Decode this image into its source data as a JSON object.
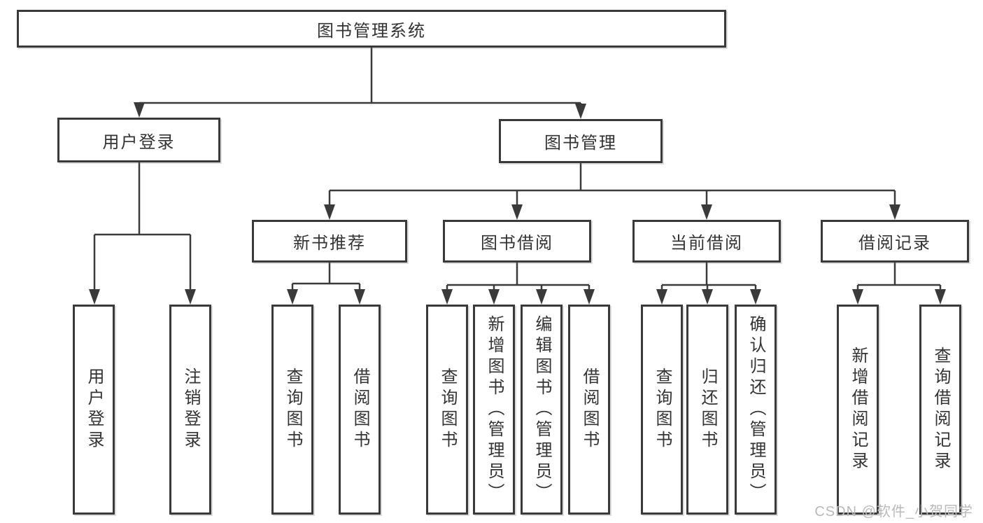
{
  "diagram": {
    "title": "图书管理系统",
    "branches": [
      {
        "label": "用户登录",
        "children": [
          {
            "label": "用户登录"
          },
          {
            "label": "注销登录"
          }
        ]
      },
      {
        "label": "图书管理",
        "children": [
          {
            "label": "新书推荐",
            "children": [
              {
                "label": "查询图书"
              },
              {
                "label": "借阅图书"
              }
            ]
          },
          {
            "label": "图书借阅",
            "children": [
              {
                "label": "查询图书"
              },
              {
                "label": "新增图书（管理员）"
              },
              {
                "label": "编辑图书（管理员）"
              },
              {
                "label": "借阅图书"
              }
            ]
          },
          {
            "label": "当前借阅",
            "children": [
              {
                "label": "查询图书"
              },
              {
                "label": "归还图书"
              },
              {
                "label": "确认归还（管理员）"
              }
            ]
          },
          {
            "label": "借阅记录",
            "children": [
              {
                "label": "新增借阅记录"
              },
              {
                "label": "查询借阅记录"
              }
            ]
          }
        ]
      }
    ]
  },
  "watermark": {
    "text": "CSDN @软件_小贺同学",
    "color": "#b9b9b9"
  },
  "colors": {
    "line": "#3a3a3a",
    "box_border": "#3a3a3a",
    "text": "#333333",
    "background": "#ffffff"
  }
}
